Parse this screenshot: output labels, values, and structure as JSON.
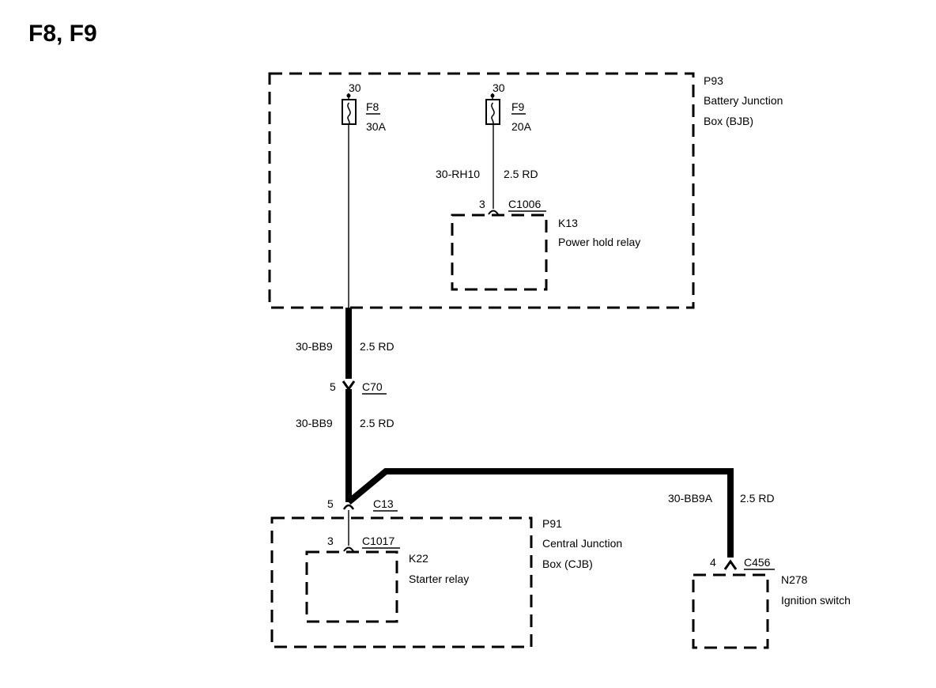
{
  "title": "F8, F9",
  "components": {
    "bjb": {
      "id": "P93",
      "line1": "Battery Junction",
      "line2": "Box (BJB)"
    },
    "k13": {
      "id": "K13",
      "name": "Power hold relay"
    },
    "cjb": {
      "id": "P91",
      "line1": "Central Junction",
      "line2": "Box (CJB)"
    },
    "k22": {
      "id": "K22",
      "name": "Starter relay"
    },
    "n278": {
      "id": "N278",
      "name": "Ignition switch"
    }
  },
  "fuses": {
    "f8": {
      "feed": "30",
      "id": "F8",
      "rating": "30A"
    },
    "f9": {
      "feed": "30",
      "id": "F9",
      "rating": "20A"
    }
  },
  "wires": {
    "rh10": {
      "circuit": "30-RH10",
      "spec": "2.5 RD"
    },
    "bb9_upper": {
      "circuit": "30-BB9",
      "spec": "2.5 RD"
    },
    "bb9_lower": {
      "circuit": "30-BB9",
      "spec": "2.5 RD"
    },
    "bb9a": {
      "circuit": "30-BB9A",
      "spec": "2.5 RD"
    }
  },
  "connectors": {
    "c1006": {
      "pin": "3",
      "id": "C1006"
    },
    "c70": {
      "pin": "5",
      "id": "C70"
    },
    "c13": {
      "pin": "5",
      "id": "C13"
    },
    "c1017": {
      "pin": "3",
      "id": "C1017"
    },
    "c456": {
      "pin": "4",
      "id": "C456"
    }
  }
}
